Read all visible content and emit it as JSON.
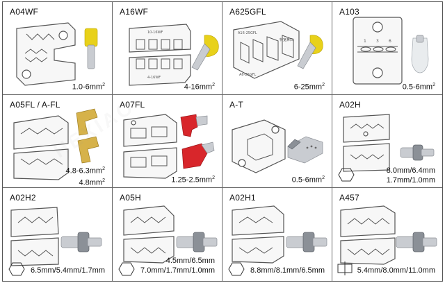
{
  "cells": [
    {
      "model": "A04WF",
      "spec": "1.0-6mm",
      "spec_sup": "2"
    },
    {
      "model": "A16WF",
      "spec": "4-16mm",
      "spec_sup": "2"
    },
    {
      "model": "A625GFL",
      "spec": "6-25mm",
      "spec_sup": "2"
    },
    {
      "model": "A103",
      "spec": "0.5-6mm",
      "spec_sup": "2"
    },
    {
      "model": "A05FL / A-FL",
      "spec": "4.8-6.3mm",
      "spec_sup": "2",
      "spec2": "4.8mm",
      "spec2_sup": "2"
    },
    {
      "model": "A07FL",
      "spec": "1.25-2.5mm",
      "spec_sup": "2"
    },
    {
      "model": "A-T",
      "spec": "0.5-6mm",
      "spec_sup": "2"
    },
    {
      "model": "A02H",
      "spec": "8.0mm/6.4mm",
      "spec2": "1.7mm/1.0mm"
    },
    {
      "model": "A02H2",
      "spec": "6.5mm/5.4mm/1.7mm"
    },
    {
      "model": "A05H",
      "spec": "4.5mm/6.5mm",
      "spec2": "7.0mm/1.7mm/1.0mm"
    },
    {
      "model": "A02H1",
      "spec": "8.8mm/8.1mm/6.5mm"
    },
    {
      "model": "A457",
      "spec": "5.4mm/8.0mm/11.0mm"
    }
  ],
  "die_labels": {
    "a16wf_top": "10-16WF",
    "a16wf_bottom": "4-16WF",
    "a625gfl_top": "A16-25GFL",
    "a625gfl_side": "特宽鼻口",
    "a625gfl_bottom": "A6-25GFL",
    "a103_marks": [
      "1",
      "3",
      "6"
    ]
  },
  "watermark": "HEXIAO"
}
